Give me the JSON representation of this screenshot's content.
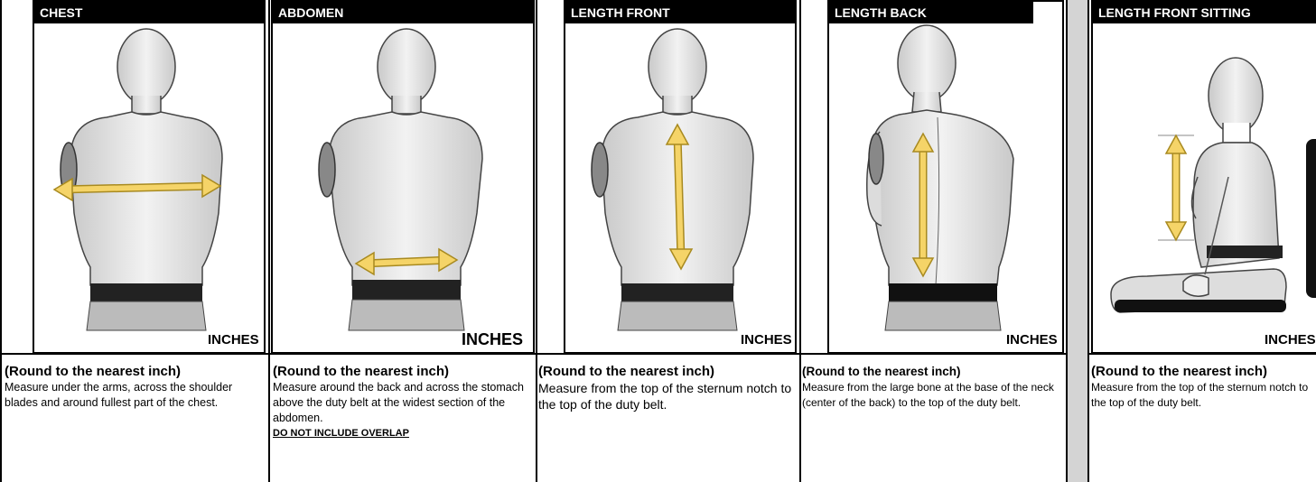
{
  "panels": [
    {
      "label": "CHEST",
      "unit": "INCHES",
      "round_note": "(Round to the nearest inch)",
      "description": "Measure under the arms, across the shoulder blades and around fullest part of the chest.",
      "note": ""
    },
    {
      "label": "ABDOMEN",
      "unit": "INCHES",
      "round_note": "(Round to the nearest inch)",
      "description": "Measure around the back and across the stomach above the duty belt at the widest section of the abdomen.",
      "note": "DO NOT INCLUDE OVERLAP"
    },
    {
      "label": "LENGTH FRONT",
      "unit": "INCHES",
      "round_note": "(Round to the nearest inch)",
      "description": "Measure from the top of the sternum notch to the top of the duty belt.",
      "note": ""
    },
    {
      "label": "LENGTH BACK",
      "unit": "INCHES",
      "round_note": "(Round to the nearest inch)",
      "description": "Measure from the large bone at the base of the neck (center of the back) to the top of the duty belt.",
      "note": ""
    },
    {
      "label": "LENGTH FRONT SITTING",
      "unit": "INCHES",
      "round_note": "(Round to the nearest inch)",
      "description": "Measure from the top of the sternum notch to the top of the duty belt.",
      "note": ""
    }
  ],
  "colors": {
    "arrow": "#f5d468",
    "arrow_outline": "#a88a20",
    "belt": "#222222",
    "mannequin": "#e4e4e4",
    "separator": "#d4d4d4"
  },
  "icons": [
    "mannequin-chest",
    "mannequin-abdomen",
    "mannequin-length-front",
    "mannequin-length-back",
    "mannequin-sitting"
  ]
}
